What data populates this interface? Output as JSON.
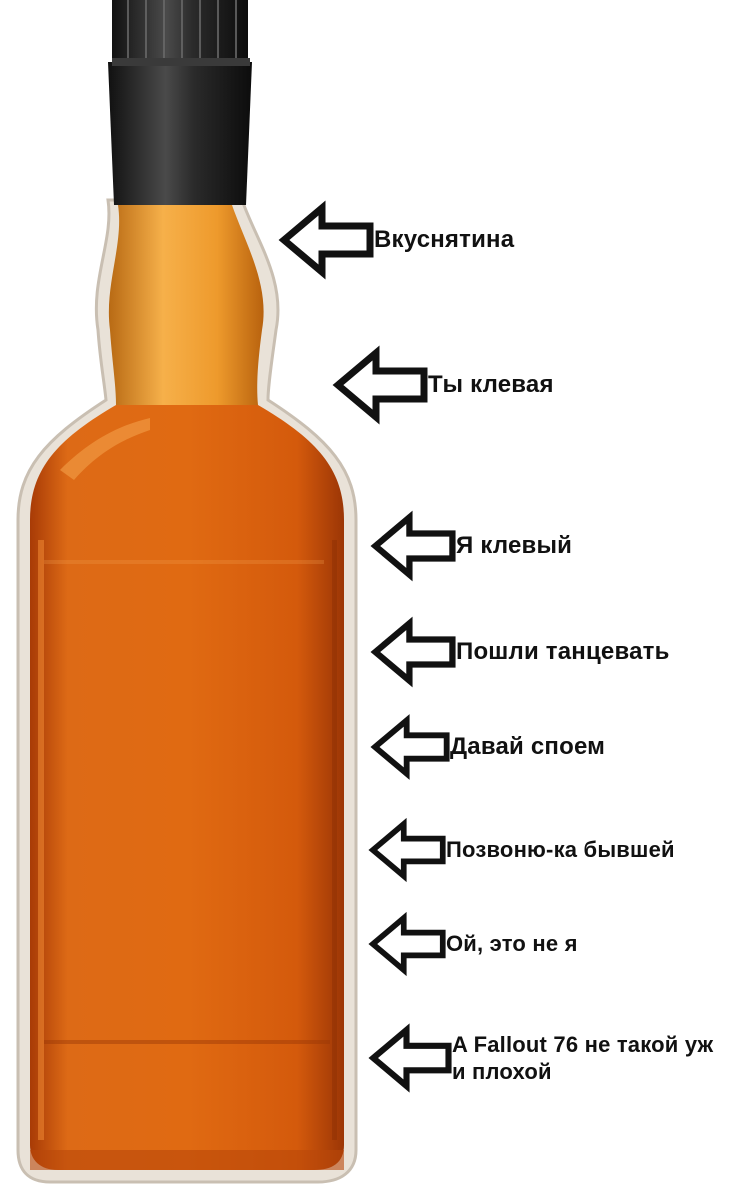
{
  "image": {
    "subject": "whisky-bottle-icon",
    "colors": {
      "liquid": "#d65d10",
      "liquid_light": "#f2a23c",
      "cap": "#2a2a2a",
      "arrow": "#111111",
      "background": "#ffffff"
    }
  },
  "levels": [
    {
      "text": "Вкуснятина"
    },
    {
      "text": "Ты клевая"
    },
    {
      "text": "Я клевый"
    },
    {
      "text": "Пошли танцевать"
    },
    {
      "text": "Давай споем"
    },
    {
      "text": "Позвоню-ка бывшей"
    },
    {
      "text": "Ой, это не я"
    },
    {
      "text": "A Fallout 76 не такой уж и плохой"
    }
  ]
}
